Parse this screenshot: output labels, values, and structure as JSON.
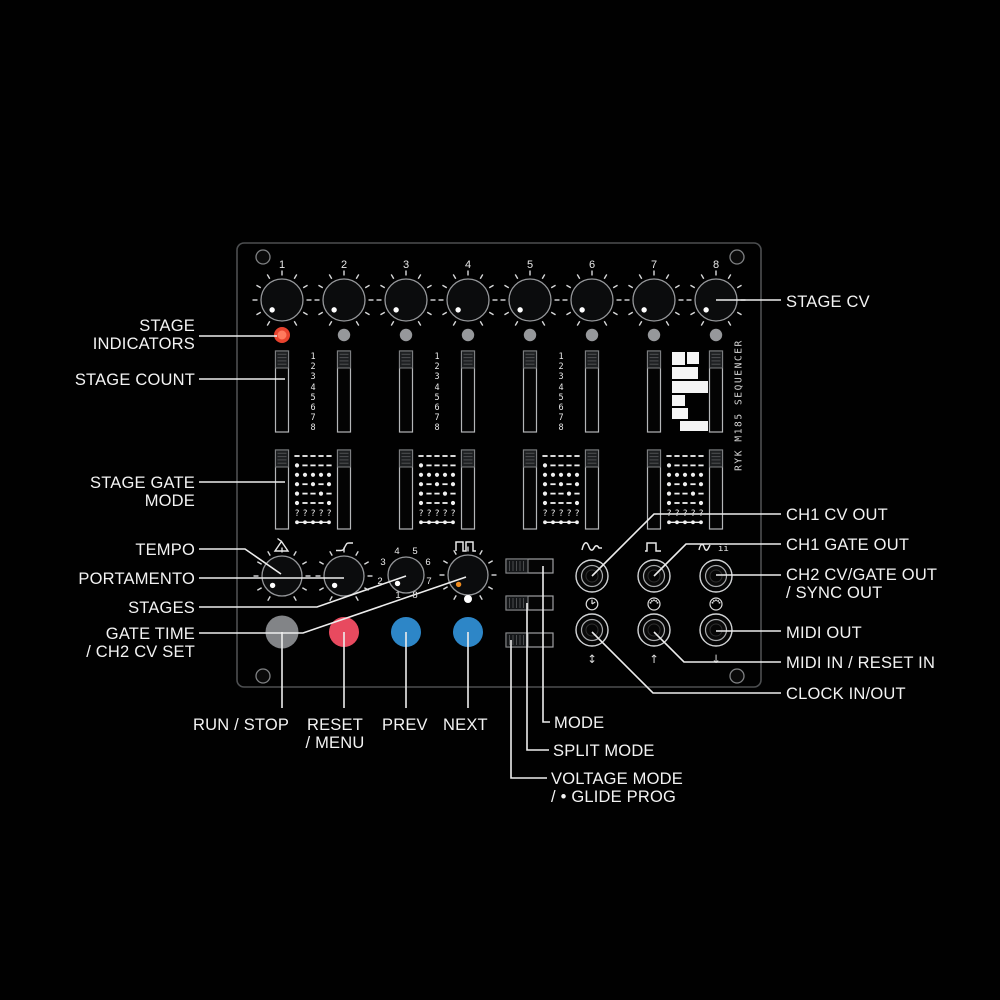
{
  "panel": {
    "brand": "RYK M185 SEQUENCER"
  },
  "colors": {
    "background": "#010101",
    "panel_outline": "#4d4f51",
    "marking": "#f2f2f2",
    "control_outline": "#95979a",
    "led_active_red": "#e8432e",
    "led_idle_gray": "#96989b",
    "button_gray": "#828487",
    "button_red": "#e84a5f",
    "button_blue": "#2d86c7",
    "knob_indicator_white": "#ffffff",
    "knob_indicator_orange": "#ef8b1e",
    "callout_line": "#ededed"
  },
  "stage_knob_numbers": [
    "1",
    "2",
    "3",
    "4",
    "5",
    "6",
    "7",
    "8"
  ],
  "stage_scale_digits": [
    "1",
    "2",
    "3",
    "4",
    "5",
    "6",
    "7",
    "8"
  ],
  "stages_knob_numbers": [
    "1",
    "2",
    "3",
    "4",
    "5",
    "6",
    "7",
    "8"
  ],
  "gate_mode_legend": {
    "patterns": [
      "-----",
      "o----",
      "ooooo",
      "o-o-o",
      "o--o-",
      "o---o",
      "?????",
      "ttttt"
    ]
  },
  "icons": {
    "tempo_knob": "triangle-wave-icon",
    "portamento_knob": "glide-step-icon",
    "gate_time_knob": "double-pulse-icon",
    "ch1_cv_jack": "cv-wave-icon",
    "ch1_gate_jack": "gate-pulse-icon",
    "ch2_jack": "cv-wave-dual-icon",
    "ch2_suffix": "ii",
    "clock_jack": "clock-icon",
    "midi_jack": "midi-din-icon",
    "clock_arrow": "↕",
    "midi_in_arrow": "↑",
    "midi_out_arrow": "↓"
  },
  "labels": {
    "stage_indicators": [
      "STAGE",
      "INDICATORS"
    ],
    "stage_count": [
      "STAGE COUNT"
    ],
    "stage_gate_mode": [
      "STAGE GATE",
      "MODE"
    ],
    "tempo": [
      "TEMPO"
    ],
    "portamento": [
      "PORTAMENTO"
    ],
    "stages": [
      "STAGES"
    ],
    "gate_time": [
      "GATE TIME",
      "/ CH2 CV SET"
    ],
    "run_stop": [
      "RUN / STOP"
    ],
    "reset_menu": [
      "RESET",
      "/ MENU"
    ],
    "prev": [
      "PREV"
    ],
    "next": [
      "NEXT"
    ],
    "mode": [
      "MODE"
    ],
    "split_mode": [
      "SPLIT MODE"
    ],
    "voltage_mode": [
      "VOLTAGE MODE",
      "/ • GLIDE PROG"
    ],
    "stage_cv": [
      "STAGE CV"
    ],
    "ch1_cv_out": [
      "CH1 CV OUT"
    ],
    "ch1_gate_out": [
      "CH1 GATE OUT"
    ],
    "ch2_out": [
      "CH2 CV/GATE OUT",
      "/ SYNC OUT"
    ],
    "midi_out": [
      "MIDI OUT"
    ],
    "midi_in": [
      "MIDI IN / RESET IN"
    ],
    "clock_io": [
      "CLOCK IN/OUT"
    ]
  }
}
